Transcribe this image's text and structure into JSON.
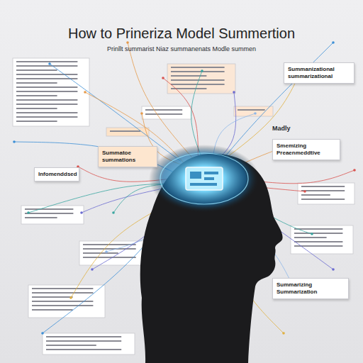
{
  "diagram": {
    "title": "How to Prineriza Model Summertion",
    "nodes": [
      {
        "text": [
          "Summanizational summarizational"
        ]
      },
      {
        "text": [
          "Summatoe summations"
        ]
      },
      {
        "text": [
          "Infomenddsed"
        ]
      },
      {
        "text": [
          "Smemizing Preaenmeddtive"
        ]
      },
      {
        "text": [
          "Summarizing Summarization"
        ]
      }
    ],
    "labels": [
      "Prinllt summarist Niaz summanenats Modle summen",
      "Madly"
    ]
  }
}
